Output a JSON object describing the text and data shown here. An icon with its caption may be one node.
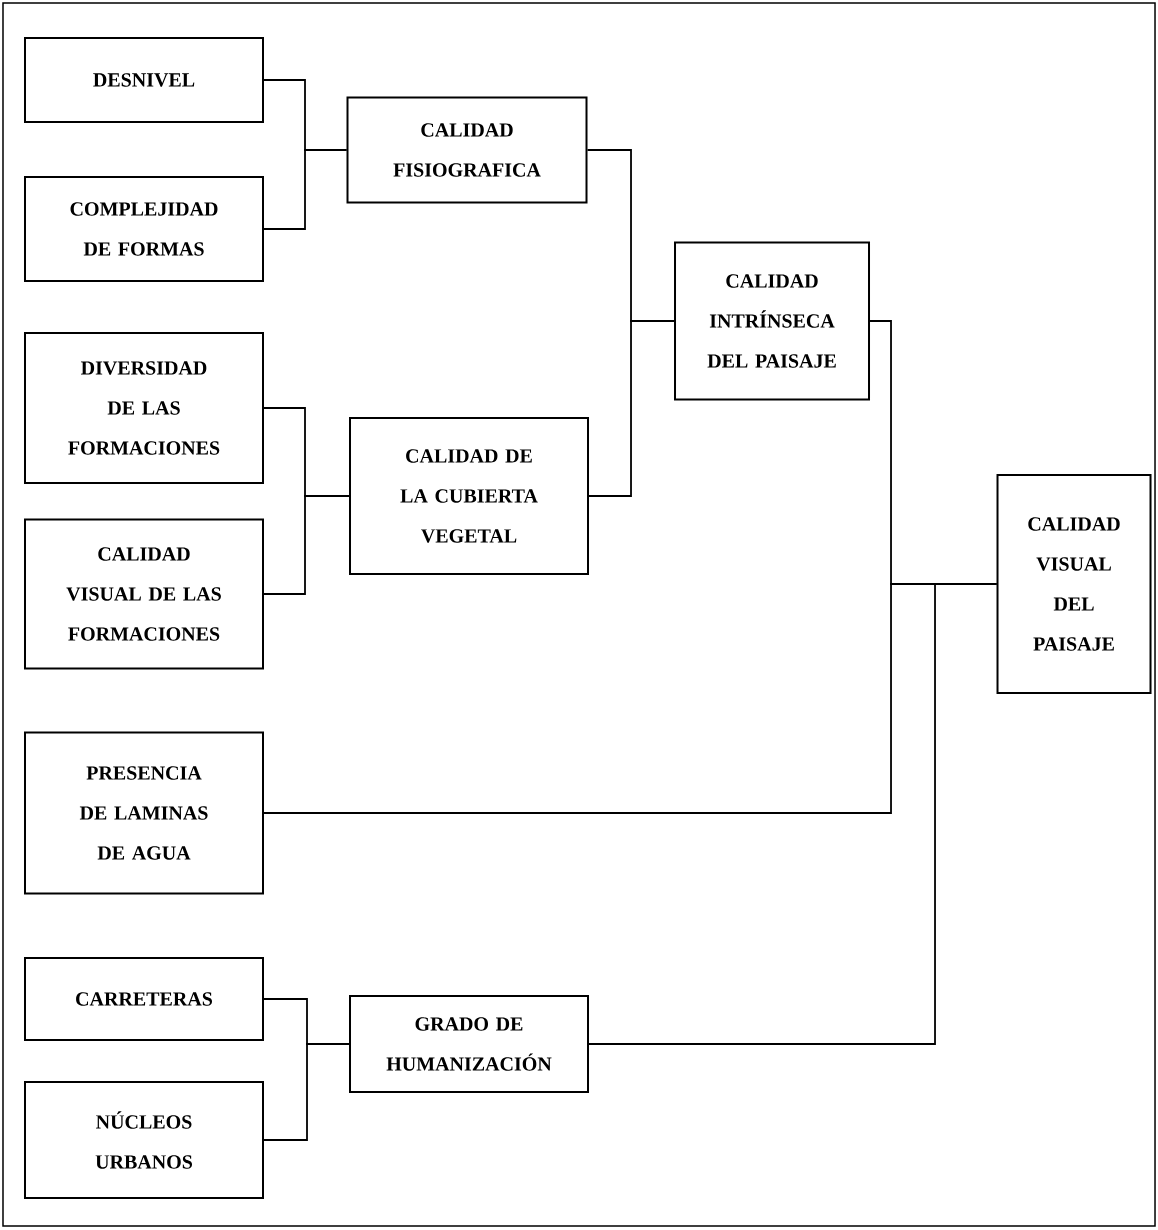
{
  "diagram": {
    "nodes": [
      {
        "text": [
          "DESNIVEL"
        ]
      },
      {
        "text": [
          "COMPLEJIDAD DE FORMAS"
        ]
      },
      {
        "text": [
          "CALIDAD FISIOGRAFICA"
        ]
      },
      {
        "text": [
          "DIVERSIDAD DE LAS FORMACIONES"
        ]
      },
      {
        "text": [
          "CALIDAD VISUAL DE LAS FORMACIONES"
        ]
      },
      {
        "text": [
          "CALIDAD DE LA CUBIERTA VEGETAL"
        ]
      },
      {
        "text": [
          "CALIDAD INTRÍNSECA DEL PAISAJE"
        ]
      },
      {
        "text": [
          "PRESENCIA DE LAMINAS DE AGUA"
        ]
      },
      {
        "text": [
          "CARRETERAS"
        ]
      },
      {
        "text": [
          "NÚCLEOS URBANOS"
        ]
      },
      {
        "text": [
          "GRADO DE HUMANIZACIÓN"
        ]
      },
      {
        "text": [
          "CALIDAD VISUAL DEL PAISAJE"
        ]
      }
    ],
    "edges": [
      {
        "from": 0,
        "to": 2,
        "arrow": "none"
      },
      {
        "from": 1,
        "to": 2,
        "arrow": "none"
      },
      {
        "from": 3,
        "to": 5,
        "arrow": "none"
      },
      {
        "from": 4,
        "to": 5,
        "arrow": "none"
      },
      {
        "from": 2,
        "to": 6,
        "arrow": "none"
      },
      {
        "from": 5,
        "to": 6,
        "arrow": "none"
      },
      {
        "from": 6,
        "to": 11,
        "arrow": "none"
      },
      {
        "from": 7,
        "to": 11,
        "arrow": "none"
      },
      {
        "from": 10,
        "to": 11,
        "arrow": "none"
      },
      {
        "from": 8,
        "to": 10,
        "arrow": "none"
      },
      {
        "from": 9,
        "to": 10,
        "arrow": "none"
      }
    ]
  }
}
